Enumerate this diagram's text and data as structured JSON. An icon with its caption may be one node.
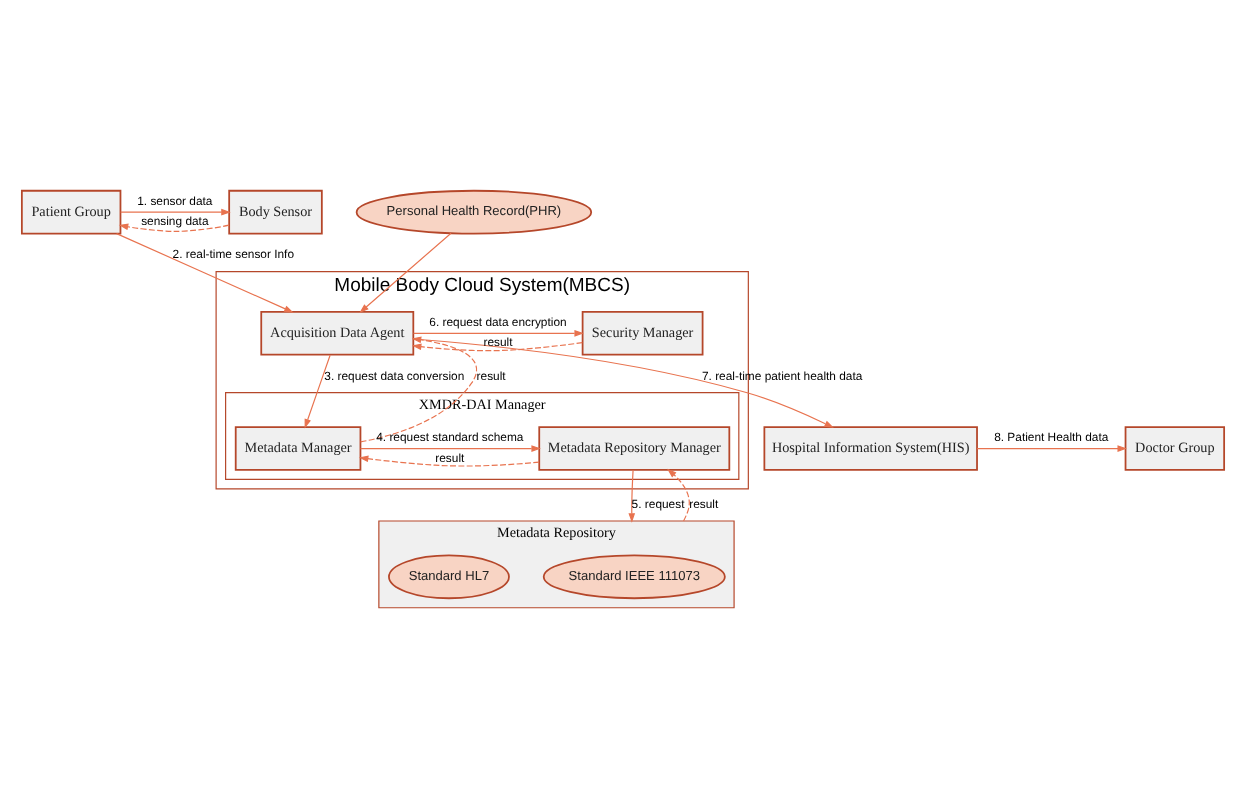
{
  "diagram": {
    "nodes": [
      {
        "text": [
          "Patient Group"
        ]
      },
      {
        "text": [
          "Body Sensor"
        ]
      },
      {
        "text": [
          "Personal Health Record(PHR)"
        ]
      },
      {
        "text": [
          "Mobile Body Cloud System(MBCS)"
        ]
      },
      {
        "text": [
          "Acquisition Data Agent"
        ],
        "in": 3
      },
      {
        "text": [
          "Security Manager"
        ],
        "in": 3
      },
      {
        "text": [
          "XMDR-DAI Manager"
        ],
        "in": 3
      },
      {
        "text": [
          "Metadata Manager"
        ],
        "in": 6
      },
      {
        "text": [
          "Metadata Repository Manager"
        ],
        "in": 6
      },
      {
        "text": [
          "Metadata Repository"
        ]
      },
      {
        "text": [
          "Standard IEEE 111073"
        ],
        "in": 9
      },
      {
        "text": [
          "Standard HL7"
        ],
        "in": 9
      },
      {
        "text": [
          "Hospital Information System(HIS)"
        ]
      },
      {
        "text": [
          "Doctor Group"
        ]
      }
    ],
    "edges": [
      {
        "from": 0,
        "to": 1,
        "arrow": "to",
        "label": "1. sensor data"
      },
      {
        "from": 1,
        "to": 0,
        "arrow": "to",
        "label": "sensing data",
        "style": "dashed"
      },
      {
        "from": 0,
        "to": 4,
        "arrow": "to",
        "label": "2. real-time sensor Info"
      },
      {
        "from": 2,
        "to": 4,
        "arrow": "to"
      },
      {
        "from": 4,
        "to": 5,
        "arrow": "to",
        "label": "6. request data encryption"
      },
      {
        "from": 5,
        "to": 4,
        "arrow": "to",
        "label": "result",
        "style": "dashed"
      },
      {
        "from": 4,
        "to": 7,
        "arrow": "to",
        "label": "3. request data conversion"
      },
      {
        "from": 7,
        "to": 4,
        "arrow": "to",
        "label": "result",
        "style": "dashed"
      },
      {
        "from": 7,
        "to": 8,
        "arrow": "to",
        "label": "4. request standard schema"
      },
      {
        "from": 8,
        "to": 7,
        "arrow": "to",
        "label": "result",
        "style": "dashed"
      },
      {
        "from": 8,
        "to": 9,
        "arrow": "to",
        "label": "5. request"
      },
      {
        "from": 9,
        "to": 8,
        "arrow": "to",
        "label": "result",
        "style": "dashed"
      },
      {
        "from": 4,
        "to": 12,
        "arrow": "to",
        "label": "7. real-time patient health data"
      },
      {
        "from": 12,
        "to": 13,
        "arrow": "to",
        "label": "8. Patient Health data"
      }
    ]
  }
}
